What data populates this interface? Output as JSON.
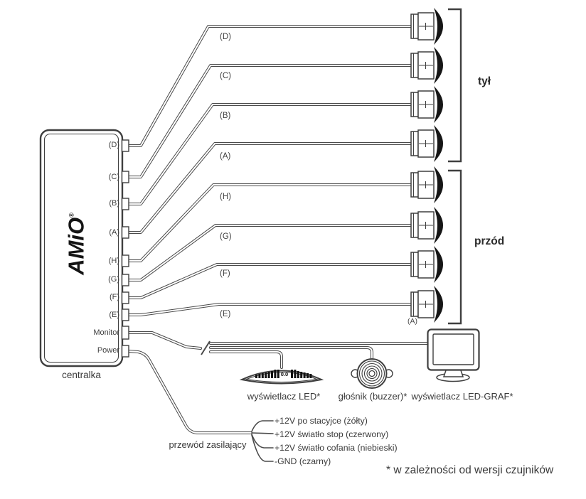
{
  "unit": {
    "logo": "AMiO",
    "logo_reg": "®",
    "caption": "centralka",
    "ports": [
      "(D)",
      "(C)",
      "(B)",
      "(A)",
      "(H)",
      "(G)",
      "(F)",
      "(E)",
      "Monitor",
      "Power"
    ]
  },
  "wire_labels": [
    "(D)",
    "(C)",
    "(B)",
    "(A)",
    "(H)",
    "(G)",
    "(F)",
    "(E)"
  ],
  "groups": {
    "rear": "tył",
    "front": "przód"
  },
  "front_bottom_sensor_tag": "(A)",
  "devices": {
    "led_display": {
      "label": "wyświetlacz LED*",
      "readout": "0.0"
    },
    "buzzer": {
      "label": "głośnik (buzzer)*"
    },
    "led_graf_display": {
      "label": "wyświetlacz LED-GRAF*"
    }
  },
  "power": {
    "cable_label": "przewód zasilający",
    "branches": [
      "+12V po stacyjce (żółty)",
      "+12V światło stop (czerwony)",
      "+12V światło cofania (niebieski)",
      "-GND (czarny)"
    ]
  },
  "footnote": "* w zależności od wersji czujników"
}
